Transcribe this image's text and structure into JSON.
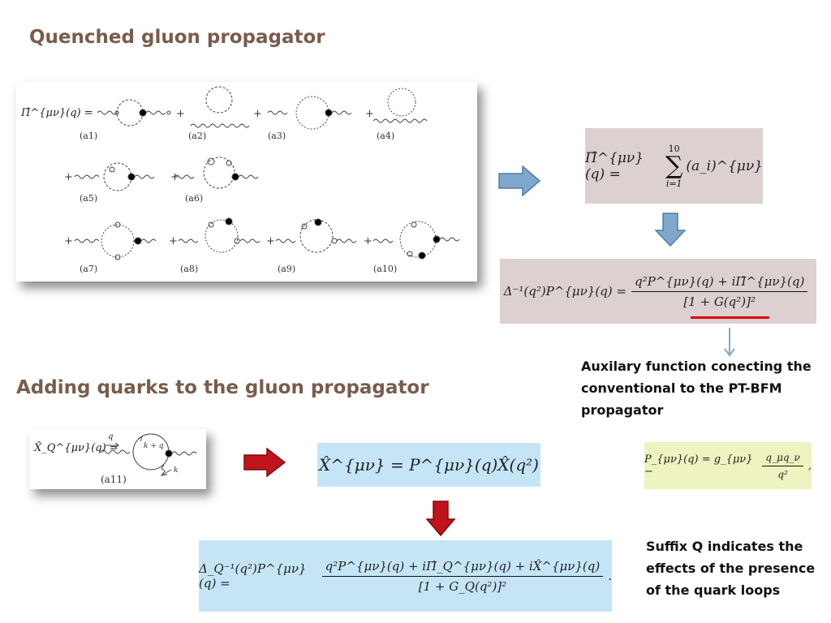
{
  "slide": {
    "title_quenched": "Quenched gluon  propagator",
    "title_quarks": "Adding quarks to the gluon  propagator",
    "note_auxiliary": [
      "Auxilary function conecting the",
      "conventional to the PT-BFM",
      "propagator"
    ],
    "note_suffix": [
      "Suffix Q indicates the",
      "effects of the presence",
      "of the quark loops"
    ]
  },
  "diagram_panel": {
    "lhs": "Π̂^{μν}(q) =",
    "labels": [
      "(a1)",
      "(a2)",
      "(a3)",
      "(a4)",
      "(a5)",
      "(a6)",
      "(a7)",
      "(a8)",
      "(a9)",
      "(a10)"
    ],
    "plus_sign": "+"
  },
  "quark_panel": {
    "lhs": "X̂_Q^{μν}(q) =",
    "label": "(a11)",
    "momentum_q": "q",
    "momentum_kq": "k + q",
    "momentum_k": "k"
  },
  "formulas": {
    "sum": {
      "lhs": "Π̂^{μν}(q) =",
      "upper": "10",
      "lower": "i=1",
      "term": "(a_i)^{μν}"
    },
    "inverse": {
      "lhs": "Δ⁻¹(q²)P^{μν}(q) =",
      "numerator": "q²P^{μν}(q) + iΠ̂^{μν}(q)",
      "denominator": "[1 + G(q²)]²"
    },
    "xhat": {
      "text": "X̂^{μν} = P^{μν}(q)X̂(q²)"
    },
    "projector": {
      "lhs": "P_{μν}(q) = g_{μν} −",
      "numerator": "q_μq_ν",
      "denominator": "q²",
      "tail": ","
    },
    "quark_inverse": {
      "lhs": "Δ_Q⁻¹(q²)P^{μν}(q) =",
      "numerator": "q²P^{μν}(q) + iΠ̂_Q^{μν}(q) + iX̂^{μν}(q)",
      "denominator": "[1 + G_Q(q²)]²",
      "tail": "."
    }
  },
  "colors": {
    "title": "#7a5c4c",
    "mauve_box": "#dcd0d0",
    "blue_box": "#c5e5f7",
    "green_box": "#eef3c0",
    "blue_arrow": "#7fa8cc",
    "red_arrow": "#c0141a",
    "underline": "#dd0000"
  }
}
